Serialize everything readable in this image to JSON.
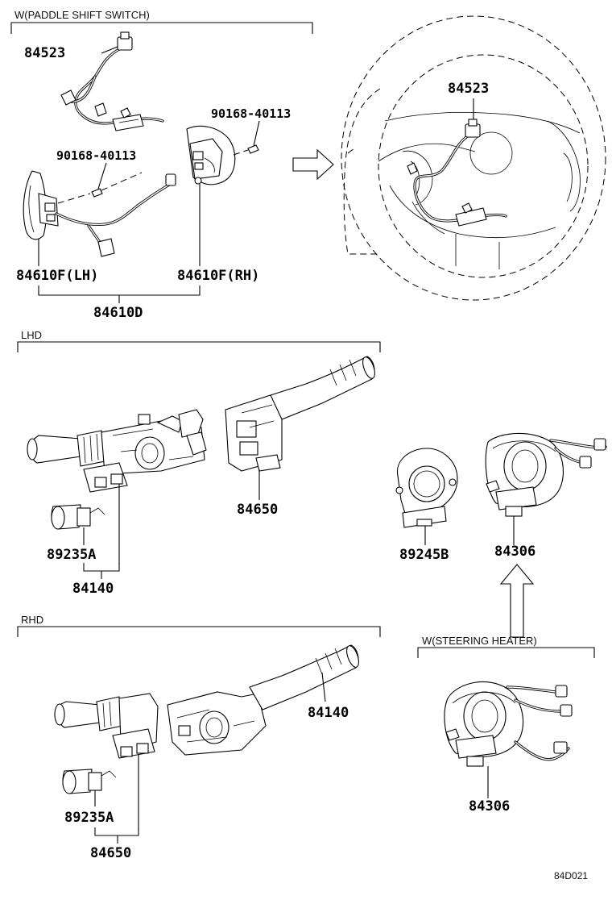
{
  "sections": {
    "paddle": "W(PADDLE SHIFT SWITCH)",
    "lhd": "LHD",
    "rhd": "RHD",
    "heater": "W(STEERING HEATER)"
  },
  "parts": {
    "p84523_left": "84523",
    "p90168_left": "90168-40113",
    "p90168_right": "90168-40113",
    "p84523_wheel": "84523",
    "p84610f_lh": "84610F(LH)",
    "p84610f_rh": "84610F(RH)",
    "p84610d": "84610D",
    "p84650_lhd": "84650",
    "p89235a_lhd": "89235A",
    "p84140_lhd": "84140",
    "p89245b": "89245B",
    "p84306_top": "84306",
    "p84140_rhd": "84140",
    "p89235a_rhd": "89235A",
    "p84650_rhd": "84650",
    "p84306_heater": "84306"
  },
  "drawing_ref": "84D021"
}
